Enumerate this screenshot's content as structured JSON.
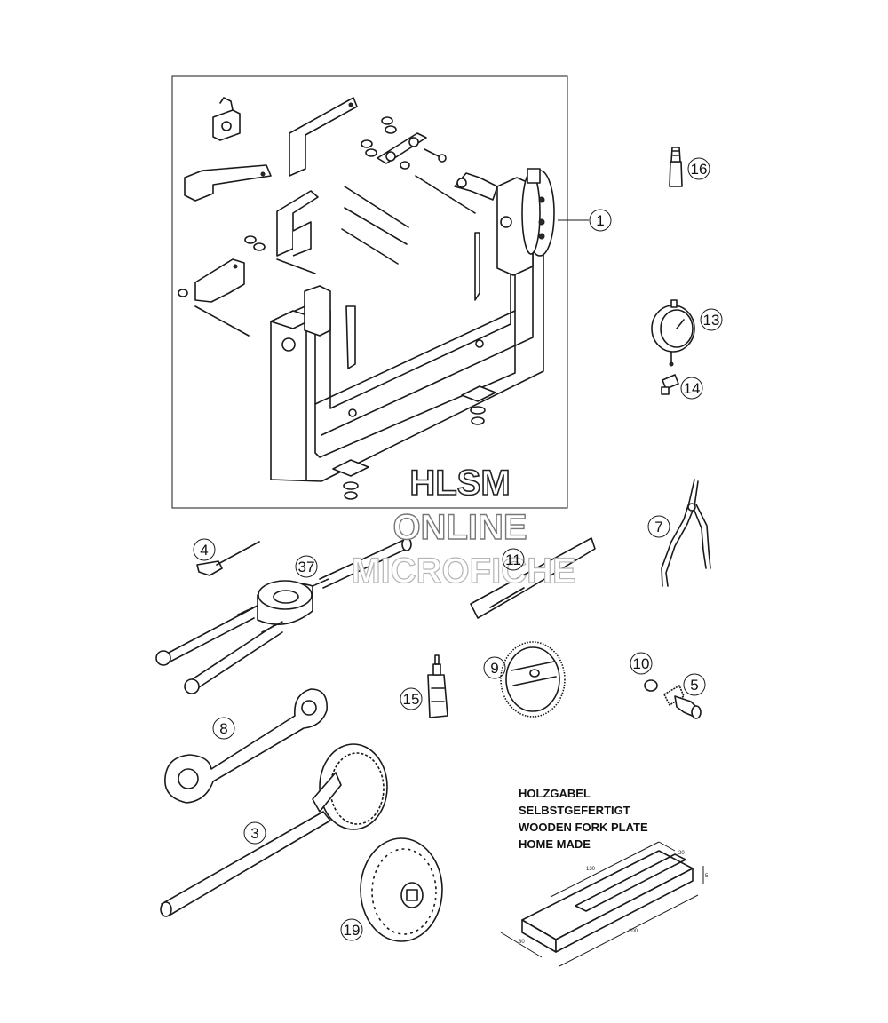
{
  "callouts": {
    "c1": "1",
    "c3": "3",
    "c4": "4",
    "c5": "5",
    "c7": "7",
    "c8": "8",
    "c9": "9",
    "c10": "10",
    "c11": "11",
    "c13": "13",
    "c14": "14",
    "c15": "15",
    "c16": "16",
    "c19": "19",
    "c37": "37"
  },
  "watermark": {
    "line1": "HLSM",
    "line2": "ONLINE",
    "line3": "MICROFICHE"
  },
  "fork_plate_note": {
    "line1": "HOLZGABEL",
    "line2": "SELBSTGEFERTIGT",
    "line3": "WOODEN FORK PLATE",
    "line4": "HOME MADE"
  },
  "fork_plate_dimensions": {
    "length_top": "130",
    "width_top": "20",
    "height": "5",
    "width_bottom": "80",
    "length_bottom": "200"
  },
  "colors": {
    "line": "#1a1a1a",
    "background": "#ffffff"
  }
}
